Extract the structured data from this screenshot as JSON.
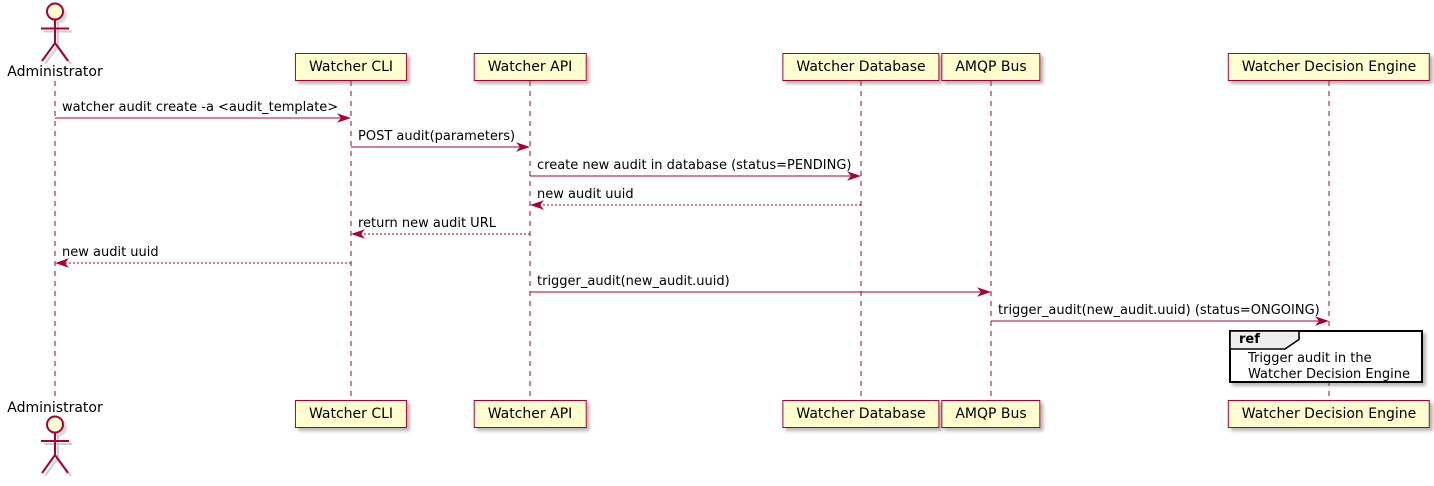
{
  "diagram": {
    "kind": "uml-sequence-diagram",
    "colors": {
      "participant_fill": "#FEFECE",
      "participant_border": "#A80036",
      "lifeline": "#A80036",
      "arrow": "#A80036",
      "text": "#000000",
      "ref_fill": "#FFFFFF",
      "ref_border": "#000000",
      "ref_tag_fill": "#EEEEEE",
      "background": "#FFFFFF"
    },
    "actor": {
      "name": "Administrator"
    },
    "participants": [
      {
        "name": "Watcher CLI"
      },
      {
        "name": "Watcher API"
      },
      {
        "name": "Watcher Database"
      },
      {
        "name": "AMQP Bus"
      },
      {
        "name": "Watcher Decision Engine"
      }
    ],
    "messages": [
      {
        "from": "Administrator",
        "to": "Watcher CLI",
        "style": "solid",
        "text": "watcher audit create -a <audit_template>"
      },
      {
        "from": "Watcher CLI",
        "to": "Watcher API",
        "style": "solid",
        "text": "POST audit(parameters)"
      },
      {
        "from": "Watcher API",
        "to": "Watcher Database",
        "style": "solid",
        "text": "create new audit in database (status=PENDING)"
      },
      {
        "from": "Watcher Database",
        "to": "Watcher API",
        "style": "dashed",
        "text": "new audit uuid"
      },
      {
        "from": "Watcher API",
        "to": "Watcher CLI",
        "style": "dashed",
        "text": "return new audit URL"
      },
      {
        "from": "Watcher CLI",
        "to": "Administrator",
        "style": "dashed",
        "text": "new audit uuid"
      },
      {
        "from": "Watcher API",
        "to": "AMQP Bus",
        "style": "solid",
        "text": "trigger_audit(new_audit.uuid)"
      },
      {
        "from": "AMQP Bus",
        "to": "Watcher Decision Engine",
        "style": "solid",
        "text": "trigger_audit(new_audit.uuid) (status=ONGOING)"
      }
    ],
    "ref": {
      "label": "ref",
      "over": "Watcher Decision Engine",
      "line1": "Trigger audit in the",
      "line2": "Watcher Decision Engine"
    }
  }
}
